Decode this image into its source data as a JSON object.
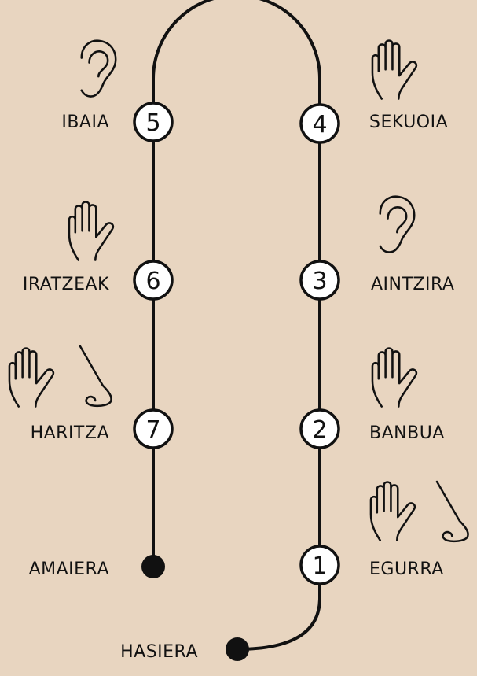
{
  "colors": {
    "background": "#e8d5c0",
    "line": "#111111",
    "node_fill": "#ffffff"
  },
  "start": {
    "label": "HASIERA"
  },
  "end": {
    "label": "AMAIERA"
  },
  "stops": [
    {
      "number": "1",
      "label": "EGURRA",
      "icons": [
        "hand-icon",
        "nose-icon"
      ]
    },
    {
      "number": "2",
      "label": "BANBUA",
      "icons": [
        "hand-icon"
      ]
    },
    {
      "number": "3",
      "label": "AINTZIRA",
      "icons": [
        "ear-icon"
      ]
    },
    {
      "number": "4",
      "label": "SEKUOIA",
      "icons": [
        "hand-icon"
      ]
    },
    {
      "number": "5",
      "label": "IBAIA",
      "icons": [
        "ear-icon"
      ]
    },
    {
      "number": "6",
      "label": "IRATZEAK",
      "icons": [
        "hand-icon"
      ]
    },
    {
      "number": "7",
      "label": "HARITZA",
      "icons": [
        "hand-icon",
        "nose-icon"
      ]
    }
  ]
}
